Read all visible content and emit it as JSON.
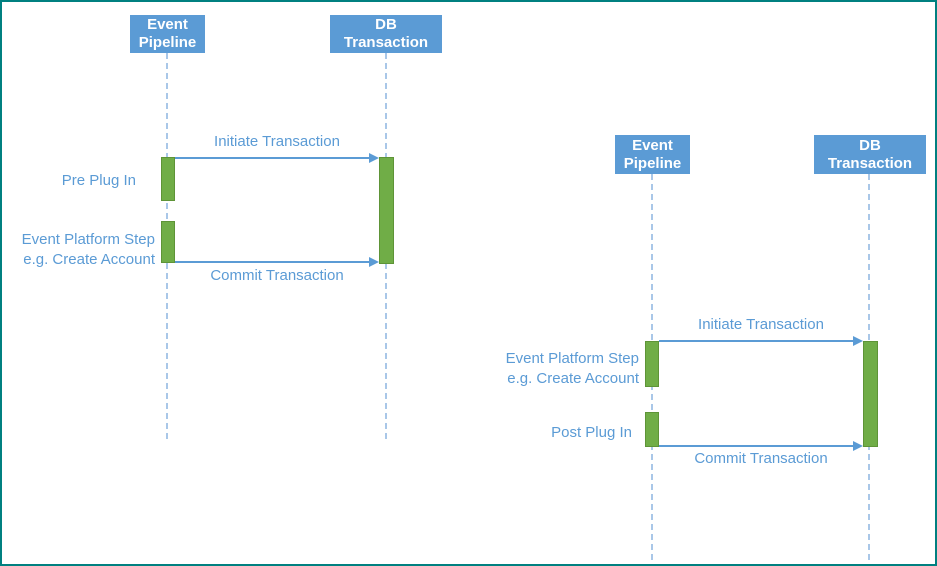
{
  "left_diagram": {
    "actors": {
      "event_pipeline": {
        "line1": "Event",
        "line2": "Pipeline"
      },
      "db_transaction": {
        "line1": "DB",
        "line2": "Transaction"
      }
    },
    "messages": {
      "initiate": "Initiate Transaction",
      "commit": "Commit Transaction"
    },
    "activations": {
      "pre_plug_in": "Pre Plug In",
      "platform_step_line1": "Event Platform Step",
      "platform_step_line2": "e.g. Create Account"
    }
  },
  "right_diagram": {
    "actors": {
      "event_pipeline": {
        "line1": "Event",
        "line2": "Pipeline"
      },
      "db_transaction": {
        "line1": "DB",
        "line2": "Transaction"
      }
    },
    "messages": {
      "initiate": "Initiate Transaction",
      "commit": "Commit Transaction"
    },
    "activations": {
      "platform_step_line1": "Event Platform Step",
      "platform_step_line2": "e.g. Create Account",
      "post_plug_in": "Post Plug In"
    }
  },
  "colors": {
    "actor_fill": "#5B9BD5",
    "actor_text": "#FFFFFF",
    "activation_fill": "#70AD47",
    "activation_border": "#5E9437",
    "message_line": "#5B9BD5",
    "label_text": "#5B9BD5",
    "lifeline_dash": "#A9C7E8",
    "frame_border": "#008080",
    "background": "#FFFFFF"
  }
}
